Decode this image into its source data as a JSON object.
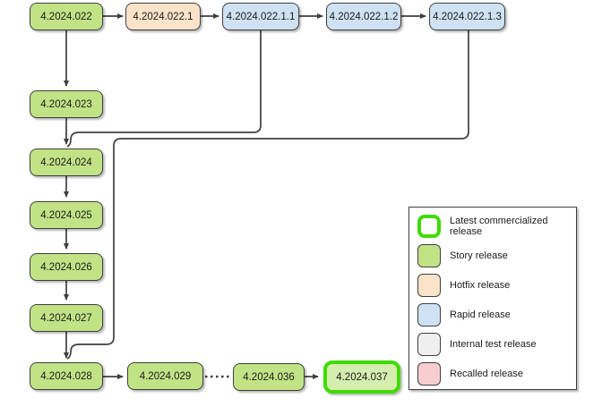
{
  "diagram": {
    "nodes": {
      "n022": {
        "label": "4.2024.022",
        "type": "story"
      },
      "n022_1": {
        "label": "4.2024.022.1",
        "type": "hotfix"
      },
      "n022_1_1": {
        "label": "4.2024.022.1.1",
        "type": "rapid"
      },
      "n022_1_2": {
        "label": "4.2024.022.1.2",
        "type": "rapid"
      },
      "n022_1_3": {
        "label": "4.2024.022.1.3",
        "type": "rapid"
      },
      "n023": {
        "label": "4.2024.023",
        "type": "story"
      },
      "n024": {
        "label": "4.2024.024",
        "type": "story"
      },
      "n025": {
        "label": "4.2024.025",
        "type": "story"
      },
      "n026": {
        "label": "4.2024.026",
        "type": "story"
      },
      "n027": {
        "label": "4.2024.027",
        "type": "story"
      },
      "n028": {
        "label": "4.2024.028",
        "type": "story"
      },
      "n029": {
        "label": "4.2024.029",
        "type": "story"
      },
      "n036": {
        "label": "4.2024.036",
        "type": "story"
      },
      "n037": {
        "label": "4.2024.037",
        "type": "latest"
      }
    },
    "edges": [
      {
        "from": "4.2024.022",
        "to": "4.2024.022.1",
        "style": "solid-arrow"
      },
      {
        "from": "4.2024.022.1",
        "to": "4.2024.022.1.1",
        "style": "solid-arrow"
      },
      {
        "from": "4.2024.022.1.1",
        "to": "4.2024.022.1.2",
        "style": "solid-arrow"
      },
      {
        "from": "4.2024.022.1.2",
        "to": "4.2024.022.1.3",
        "style": "solid-arrow"
      },
      {
        "from": "4.2024.022",
        "to": "4.2024.023",
        "style": "solid-arrow"
      },
      {
        "from": "4.2024.023",
        "to": "4.2024.024",
        "style": "solid-arrow"
      },
      {
        "from": "4.2024.022.1.1",
        "to": "4.2024.024",
        "style": "solid-arrow"
      },
      {
        "from": "4.2024.022.1.3",
        "to": "4.2024.028",
        "style": "solid-arrow"
      },
      {
        "from": "4.2024.024",
        "to": "4.2024.025",
        "style": "solid-arrow"
      },
      {
        "from": "4.2024.025",
        "to": "4.2024.026",
        "style": "solid-arrow"
      },
      {
        "from": "4.2024.026",
        "to": "4.2024.027",
        "style": "solid-arrow"
      },
      {
        "from": "4.2024.027",
        "to": "4.2024.028",
        "style": "solid-arrow"
      },
      {
        "from": "4.2024.028",
        "to": "4.2024.029",
        "style": "solid-arrow"
      },
      {
        "from": "4.2024.029",
        "to": "4.2024.036",
        "style": "dotted"
      },
      {
        "from": "4.2024.036",
        "to": "4.2024.037",
        "style": "solid-arrow"
      }
    ]
  },
  "legend": {
    "items": [
      {
        "label": "Latest commercialized release",
        "type": "latest"
      },
      {
        "label": "Story release",
        "type": "story"
      },
      {
        "label": "Hotfix release",
        "type": "hotfix"
      },
      {
        "label": "Rapid release",
        "type": "rapid"
      },
      {
        "label": "Internal test release",
        "type": "internal"
      },
      {
        "label": "Recalled release",
        "type": "recalled"
      }
    ]
  },
  "colors": {
    "story-fill": "#c1e386",
    "hotfix-fill": "#fae3c8",
    "rapid-fill": "#cfe2f3",
    "internal-fill": "#efefef",
    "recalled-fill": "#f8cdd0",
    "latest-fill": "#d5edae",
    "latest-border": "#3fdb00",
    "node-border": "#3f3f3f",
    "edge": "#3f3f3f",
    "text": "#1a1a1a"
  }
}
